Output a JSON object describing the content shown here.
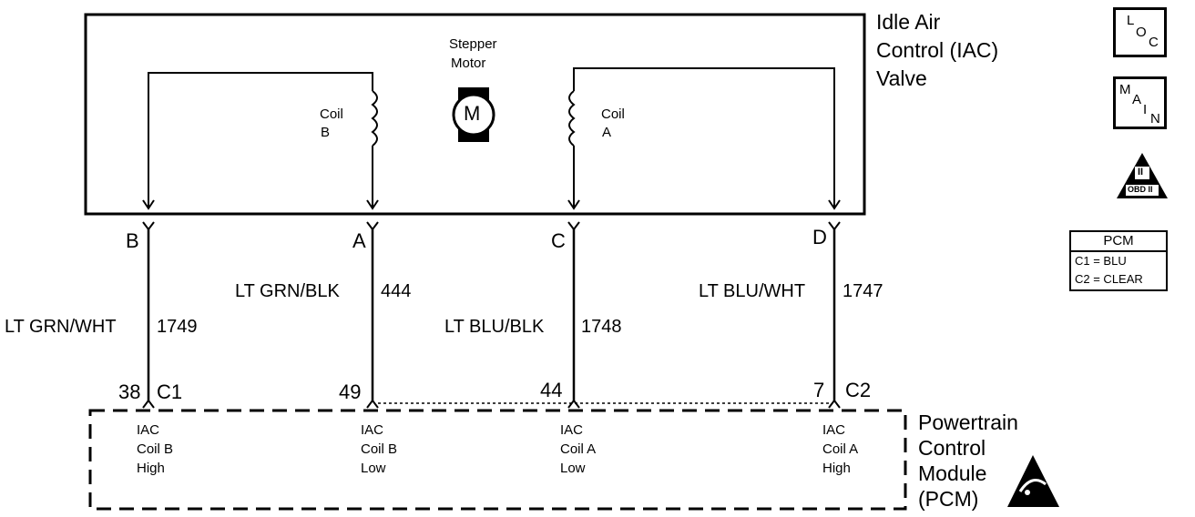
{
  "valve": {
    "title_lines": [
      "Idle Air",
      "Control (IAC)",
      "Valve"
    ],
    "motor_label_lines": [
      "Stepper",
      "Motor"
    ],
    "motor_symbol": "M",
    "coil_b_lines": [
      "Coil",
      "B"
    ],
    "coil_a_lines": [
      "Coil",
      "A"
    ]
  },
  "terminals": [
    "B",
    "A",
    "C",
    "D"
  ],
  "wires": [
    {
      "color": "LT GRN/WHT",
      "circuit": "1749"
    },
    {
      "color": "LT GRN/BLK",
      "circuit": "444"
    },
    {
      "color": "LT BLU/BLK",
      "circuit": "1748"
    },
    {
      "color": "LT BLU/WHT",
      "circuit": "1747"
    }
  ],
  "pins": [
    "38",
    "49",
    "44",
    "7"
  ],
  "connectors": [
    "C1",
    "C2"
  ],
  "pcm_functions": [
    [
      "IAC",
      "Coil B",
      "High"
    ],
    [
      "IAC",
      "Coil B",
      "Low"
    ],
    [
      "IAC",
      "Coil A",
      "Low"
    ],
    [
      "IAC",
      "Coil A",
      "High"
    ]
  ],
  "pcm_title_lines": [
    "Powertrain",
    "Control",
    "Module",
    "(PCM)"
  ],
  "legend": {
    "header": "PCM",
    "rows": [
      "C1 = BLU",
      "C2 = CLEAR"
    ]
  },
  "icons": {
    "loc": {
      "letters": [
        "L",
        "O",
        "C"
      ]
    },
    "main": {
      "letters": [
        "M",
        "A",
        "I",
        "N"
      ]
    },
    "obd": {
      "label": "OBD II",
      "numeral": "II"
    },
    "esd": "esd-warning-icon"
  }
}
